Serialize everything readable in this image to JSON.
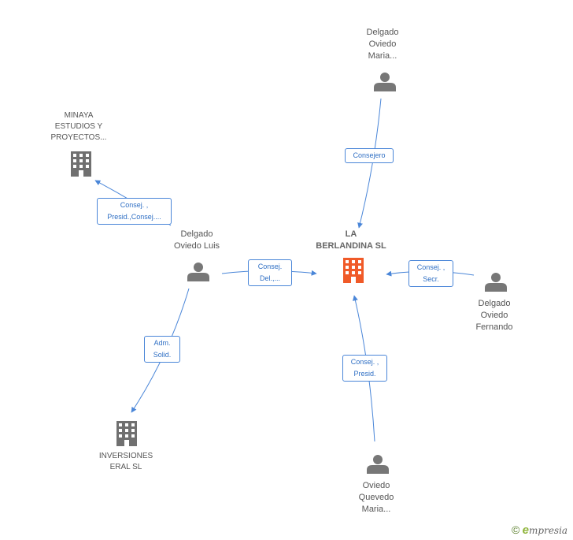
{
  "nodes": {
    "la_berlandina": {
      "lines": [
        "LA",
        "BERLANDINA SL"
      ]
    },
    "delgado_maria": {
      "lines": [
        "Delgado",
        "Oviedo",
        "Maria..."
      ]
    },
    "minaya": {
      "lines": [
        "MINAYA",
        "ESTUDIOS Y",
        "PROYECTOS..."
      ]
    },
    "delgado_luis": {
      "lines": [
        "Delgado",
        "Oviedo Luis"
      ]
    },
    "delgado_fernando": {
      "lines": [
        "Delgado",
        "Oviedo",
        "Fernando"
      ]
    },
    "inversiones": {
      "lines": [
        "INVERSIONES",
        "ERAL SL"
      ]
    },
    "oviedo_maria": {
      "lines": [
        "Oviedo",
        "Quevedo",
        "Maria..."
      ]
    }
  },
  "relations": {
    "consejero": {
      "lines": [
        "Consejero"
      ]
    },
    "luis_minaya": {
      "lines": [
        "Consej. ,",
        "Presid.,Consej...."
      ]
    },
    "luis_berlandina": {
      "lines": [
        "Consej.",
        "Del.,..."
      ]
    },
    "fernando_berlandina": {
      "lines": [
        "Consej. ,",
        "Secr."
      ]
    },
    "luis_inversiones": {
      "lines": [
        "Adm.",
        "Solid."
      ]
    },
    "oviedo_berlandina": {
      "lines": [
        "Consej. ,",
        "Presid."
      ]
    }
  },
  "colors": {
    "edge": "#4a86d8",
    "person_icon": "#777777",
    "company_icon": "#707070",
    "main_company_icon": "#f05a28"
  },
  "footer": {
    "copyright": "©",
    "brand_e": "e",
    "brand_rest": "mpresia"
  }
}
